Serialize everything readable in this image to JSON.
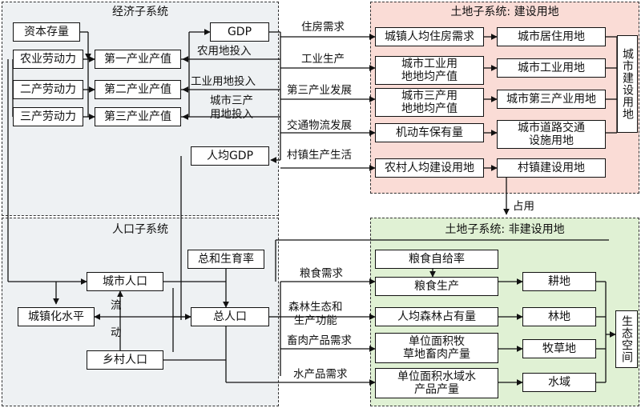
{
  "panels": {
    "economy": {
      "title": "经济子系统",
      "color": "#eef1f3"
    },
    "population": {
      "title": "人口子系统",
      "color": "#eef1f3"
    },
    "construction": {
      "title": "土地子系统: 建设用地",
      "color": "#fadcd6"
    },
    "nonconstruction": {
      "title": "土地子系统: 非建设用地",
      "color": "#e0f1d4"
    }
  },
  "economy": {
    "capital": "资本存量",
    "gdp": "GDP",
    "agri_labor": "农业劳动力",
    "secondary_labor": "二产劳动力",
    "tertiary_labor": "三产劳动力",
    "primary_output": "第一产业产值",
    "secondary_output": "第二产业产值",
    "tertiary_output": "第三产业产值",
    "gdp_per_capita": "人均GDP"
  },
  "flows": {
    "agri_land_input": "农用地投入",
    "industrial_land_input": "工业用地投入",
    "urban_tertiary_land_input": "城市三产\n用地投入",
    "housing_demand": "住房需求",
    "industrial_production": "工业生产",
    "tertiary_development": "第三产业发展",
    "traffic_development": "交通物流发展",
    "village_life": "村镇生产生活",
    "occupy": "占用",
    "grain_demand": "粮食需求",
    "forest_function": "森林生态和\n生产功能",
    "livestock_demand": "畜肉产品需求",
    "aquatic_demand": "水产品需求",
    "migration": "流\n\n动"
  },
  "construction": {
    "urban_housing": "城镇人均住房需求",
    "urban_residential": "城市居住用地",
    "industrial_output_per_land": "城市工业用\n地地均产值",
    "urban_industrial": "城市工业用地",
    "tertiary_output_per_land": "城市三产用\n地地均产值",
    "urban_tertiary": "城市第三产业用地",
    "vehicles": "机动车保有量",
    "road_land": "城市道路交通\n设施用地",
    "rural_land_per_capita": "农村人均建设用地",
    "village_land": "村镇建设用地",
    "urban_construction": "城市建设用地"
  },
  "population": {
    "fertility": "总和生育率",
    "urban_pop": "城市人口",
    "urbanization": "城镇化水平",
    "total_pop": "总人口",
    "rural_pop": "乡村人口"
  },
  "nonconstruction": {
    "grain_self": "粮食自给率",
    "grain_production": "粮食生产",
    "forest_per_capita": "人均森林占有量",
    "grassland_yield": "单位面积牧\n草地畜肉产量",
    "water_yield": "单位面积水域水\n产品产量",
    "farmland": "耕地",
    "forest": "林地",
    "grassland": "牧草地",
    "water": "水域",
    "eco_space": "生态空间"
  }
}
